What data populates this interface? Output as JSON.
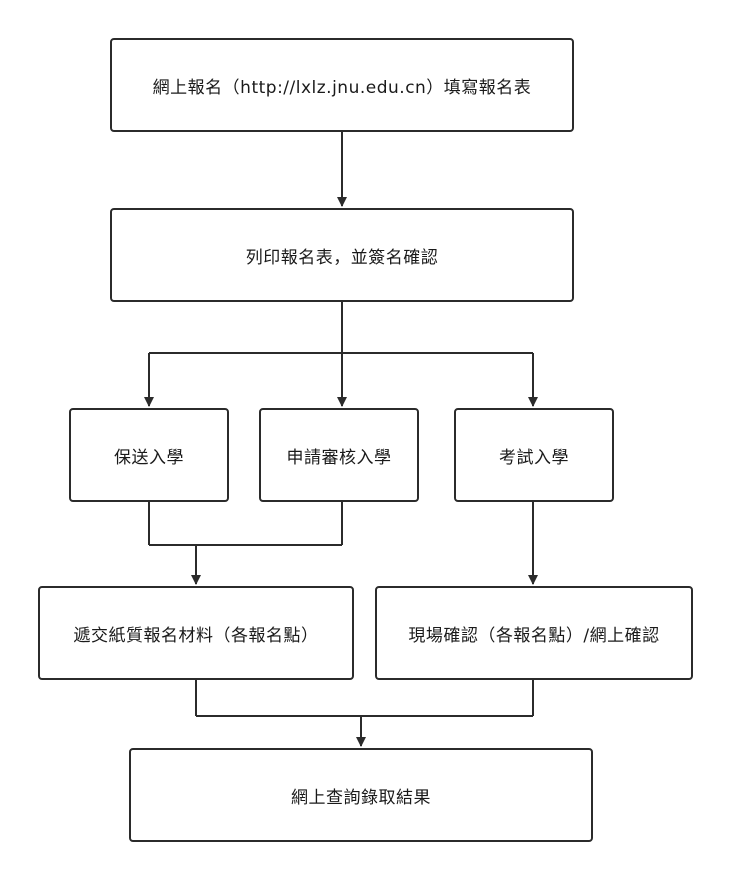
{
  "nodes": {
    "register": "網上報名（http://lxlz.jnu.edu.cn）填寫報名表",
    "print": "列印報名表，並簽名確認",
    "recommend": "保送入學",
    "review": "申請審核入學",
    "exam": "考試入學",
    "submit": "遞交紙質報名材料（各報名點）",
    "confirm": "現場確認（各報名點）/網上確認",
    "result": "網上查詢錄取結果"
  },
  "colors": {
    "line": "#2b2b2b",
    "box_border": "#2b2b2b",
    "background": "#ffffff",
    "text": "#1a1a1a"
  }
}
